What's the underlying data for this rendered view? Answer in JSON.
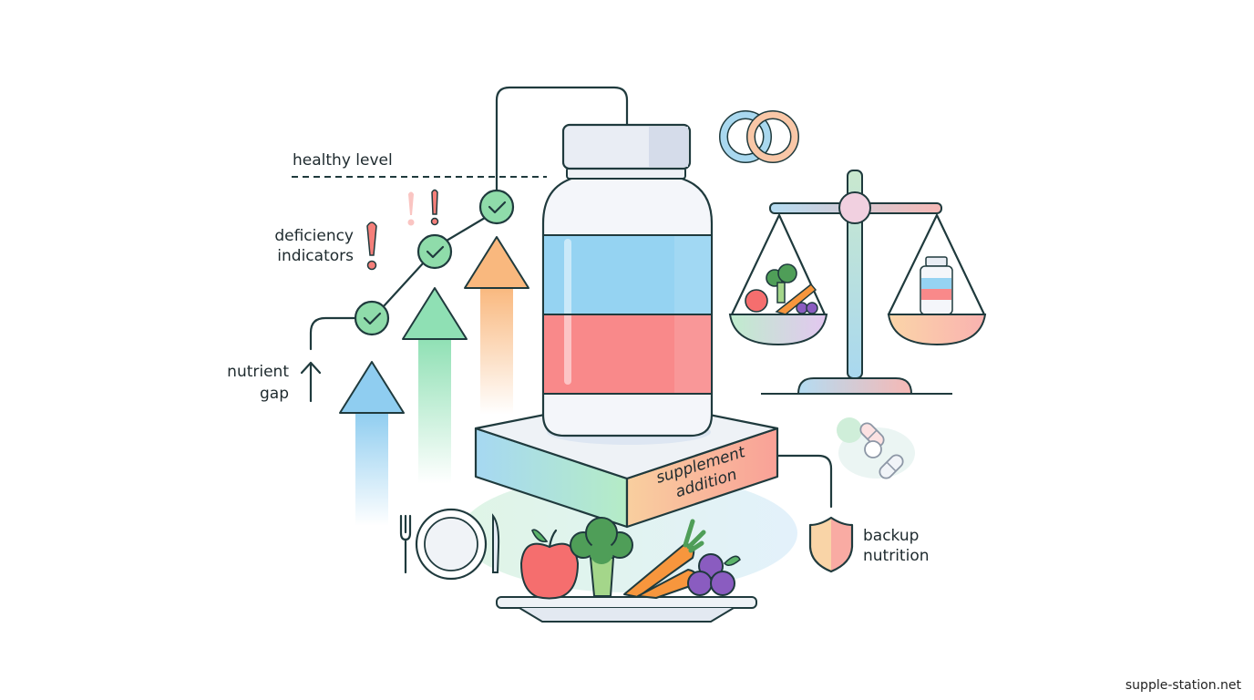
{
  "labels": {
    "healthy_level": "healthy level",
    "deficiency_line1": "deficiency",
    "deficiency_line2": "indicators",
    "nutrient_line1": "nutrient",
    "nutrient_line2": "gap",
    "supplement_line1": "supplement",
    "supplement_line2": "addition",
    "backup_line1": "backup",
    "backup_line2": "nutrition"
  },
  "watermark": "supple-station.net",
  "icons": [
    "check-circle-icon",
    "exclamation-icon",
    "up-arrow-icon",
    "supplement-bottle-icon",
    "scale-icon",
    "rings-icon",
    "pills-icon",
    "shield-icon",
    "fork-icon",
    "plate-icon",
    "knife-icon",
    "apple-icon",
    "broccoli-icon",
    "carrot-icon",
    "blueberries-icon"
  ],
  "colors": {
    "outline": "#1f3a3d",
    "blue": "#8fd0f0",
    "red": "#f98a86",
    "green": "#8fdcaa",
    "orange": "#f9bb85"
  }
}
